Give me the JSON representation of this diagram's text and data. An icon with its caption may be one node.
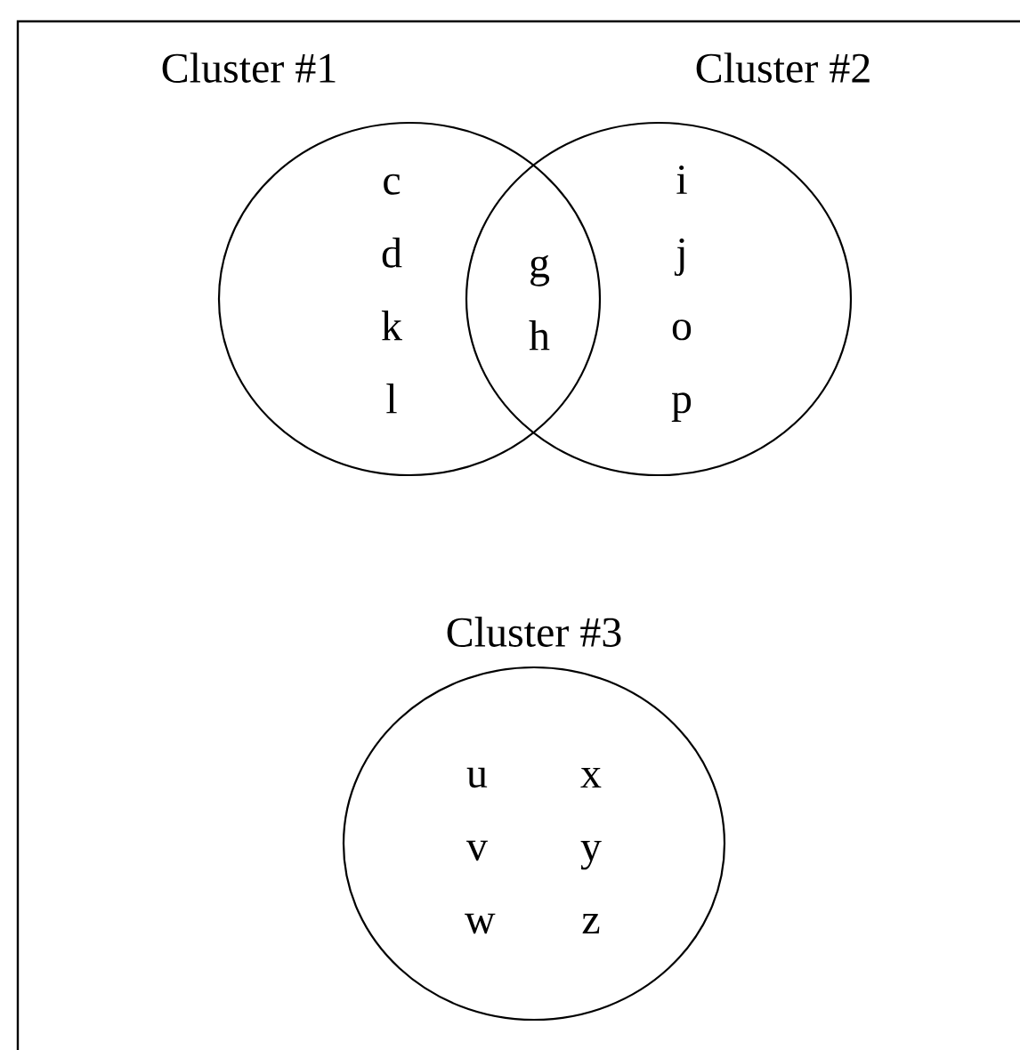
{
  "diagram": {
    "nodes": [
      {
        "text": [
          "Cluster #1",
          "c d k l"
        ]
      },
      {
        "text": [
          "Cluster #2",
          "i j o p"
        ]
      },
      {
        "text": [
          "Cluster #3",
          "u v w",
          "x y z"
        ]
      }
    ],
    "labels": [
      "g h"
    ]
  }
}
